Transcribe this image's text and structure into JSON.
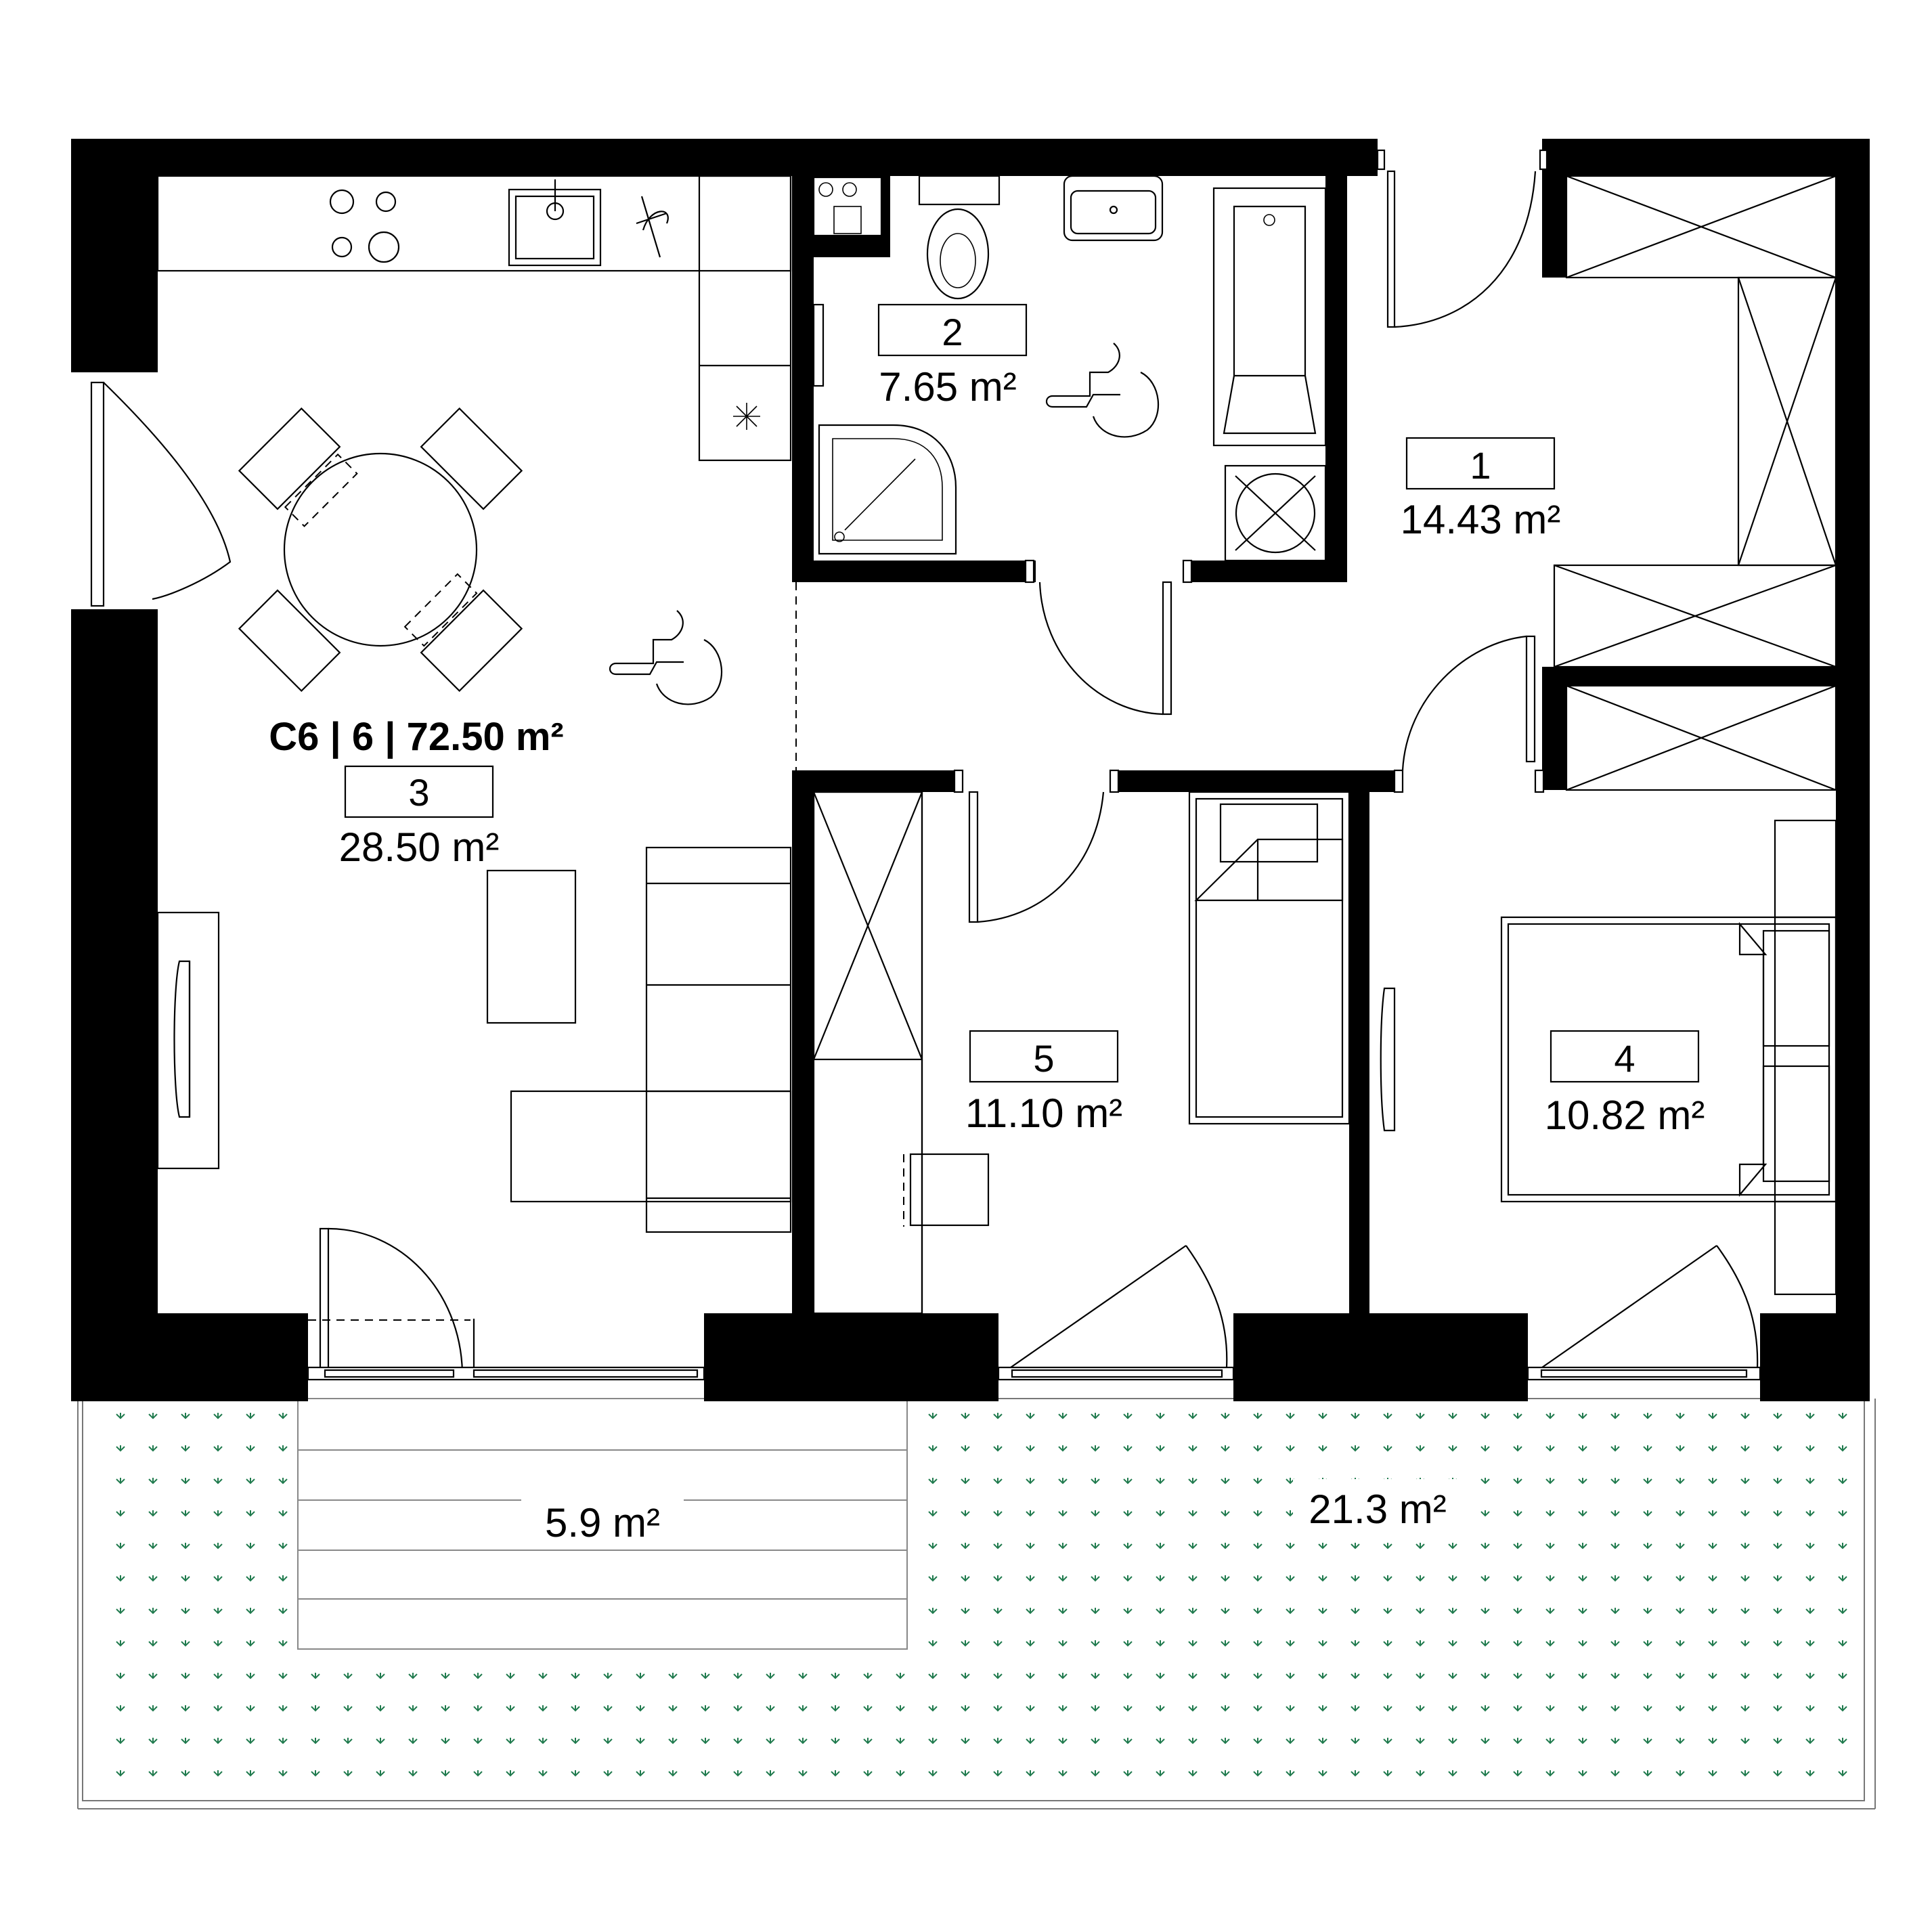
{
  "apartment": {
    "title": "C6 | 6 | 72.50 m²"
  },
  "rooms": [
    {
      "number": "1",
      "area": "14.43 m²"
    },
    {
      "number": "2",
      "area": "7.65 m²"
    },
    {
      "number": "3",
      "area": "28.50 m²"
    },
    {
      "number": "4",
      "area": "10.82 m²"
    },
    {
      "number": "5",
      "area": "11.10 m²"
    }
  ],
  "outdoor": [
    {
      "area": "5.9 m²"
    },
    {
      "area": "21.3 m²"
    }
  ],
  "colors": {
    "walls": "#000000",
    "grass": "#1f7a4d",
    "terrace_line": "#7a7a7a"
  },
  "icons": [
    "wheelchair-icon",
    "stove-icon",
    "sink-icon",
    "toilet-icon",
    "bathtub-icon",
    "shower-icon",
    "washing-machine-icon",
    "bed-icon",
    "table-icon",
    "sofa-icon",
    "tv-icon",
    "door-icon",
    "window-icon"
  ]
}
